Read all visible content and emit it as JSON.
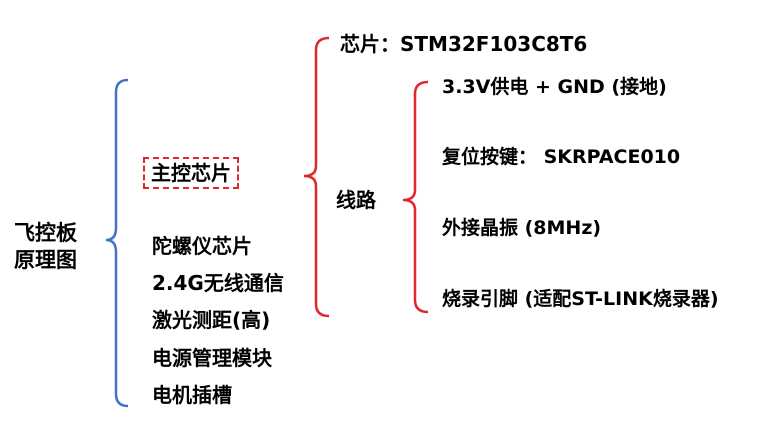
{
  "root": {
    "line1": "飞控板",
    "line2": "原理图"
  },
  "main_chip": "主控芯片",
  "subsystems": [
    "陀螺仪芯片",
    "2.4G无线通信",
    "激光测距(高)",
    "电源管理模块",
    "电机插槽"
  ],
  "chip": "芯片：STM32F103C8T6",
  "circuit": "线路",
  "circuit_items": [
    "3.3V供电 + GND (接地)",
    "复位按键： SKRPACE010",
    "外接晶振 (8MHz)",
    "烧录引脚 (适配ST-LINK烧录器)"
  ],
  "colors": {
    "blue_brace": "#4472c4",
    "red_brace": "#e0262f",
    "text": "#000000"
  }
}
